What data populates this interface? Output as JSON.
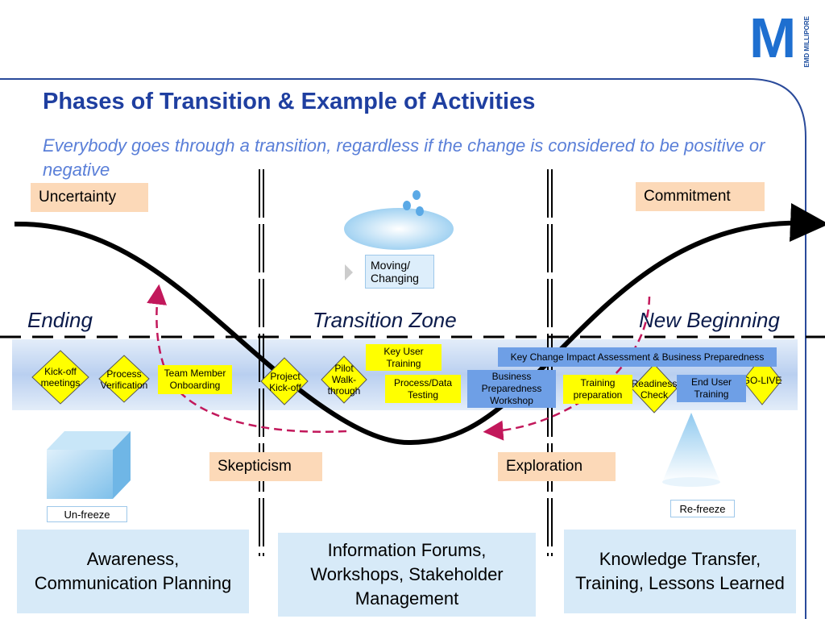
{
  "logo": {
    "mark": "M",
    "text": "EMD MILLIPORE"
  },
  "title": "Phases of Transition & Example of Activities",
  "subtitle": "Everybody goes through a transition, regardless if the change is considered to be positive or negative",
  "phases": {
    "ending": "Ending",
    "transition": "Transition Zone",
    "new_beginning": "New Beginning"
  },
  "states": {
    "uncertainty": "Uncertainty",
    "commitment": "Commitment",
    "skepticism": "Skepticism",
    "exploration": "Exploration"
  },
  "stages": {
    "unfreeze": "Un-freeze",
    "moving": "Moving/\nChanging",
    "refreeze": "Re-freeze"
  },
  "activities": {
    "kickoff": "Kick-off meetings",
    "process_verification": "Process Verification",
    "team_onboarding": "Team Member Onboarding",
    "project_kickoff": "Project Kick-off",
    "pilot": "Pilot Walk-through",
    "key_user_training": "Key User Training",
    "process_data_testing": "Process/Data Testing",
    "bpw": "Business Preparedness Workshop",
    "kcia": "Key Change Impact Assessment & Business Preparedness",
    "training_prep": "Training preparation",
    "readiness": "Readiness Check",
    "end_user_training": "End User Training",
    "golive": "GO-LIVE"
  },
  "bottom": {
    "left": "Awareness, Communication Planning",
    "middle": "Information Forums, Workshops, Stakeholder Management",
    "right": "Knowledge Transfer, Training, Lessons Learned"
  },
  "colors": {
    "title": "#1f3fa0",
    "subtitle": "#5a7fd8",
    "highlight": "#ffff00",
    "peach": "#fcd9b8",
    "band": "#c9dcf3",
    "arrow": "#c2185b"
  }
}
